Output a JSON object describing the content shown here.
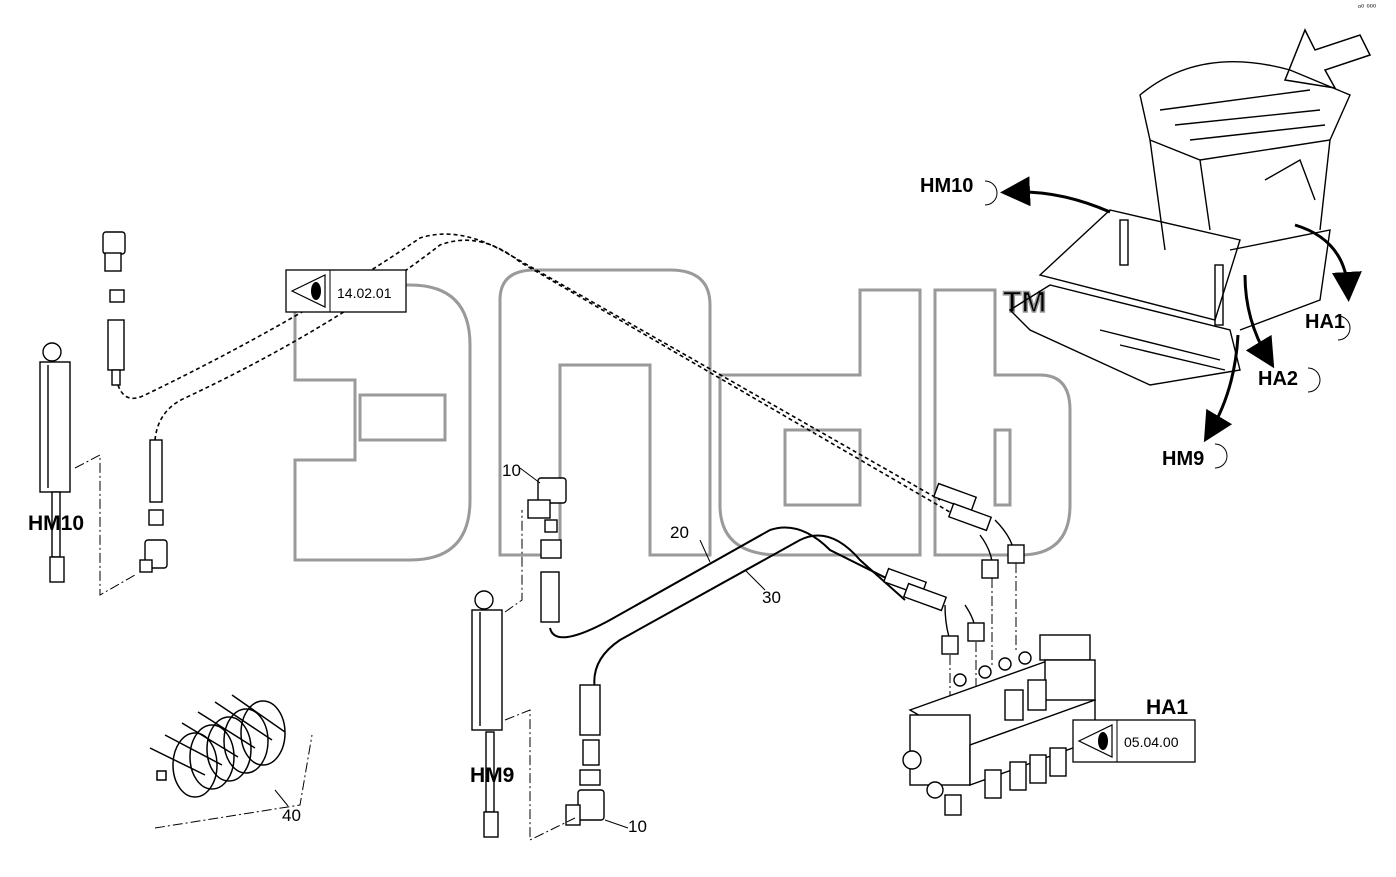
{
  "labels": {
    "hm10_machine": "HM10",
    "ha1_machine": "HA1",
    "ha2_machine": "HA2",
    "hm9_machine": "HM9",
    "hm10_cyl": "HM10",
    "hm9_cyl": "HM9",
    "ha1_valve": "HA1"
  },
  "refs": {
    "ref_top": "14.02.01",
    "ref_valve": "05.04.00"
  },
  "items": {
    "p10a": "10",
    "p10b": "10",
    "p20": "20",
    "p30": "30",
    "p40": "40"
  },
  "watermark": {
    "tm": "TM"
  },
  "corner_mark": "ᵒ⁰ ⁰⁰⁰"
}
